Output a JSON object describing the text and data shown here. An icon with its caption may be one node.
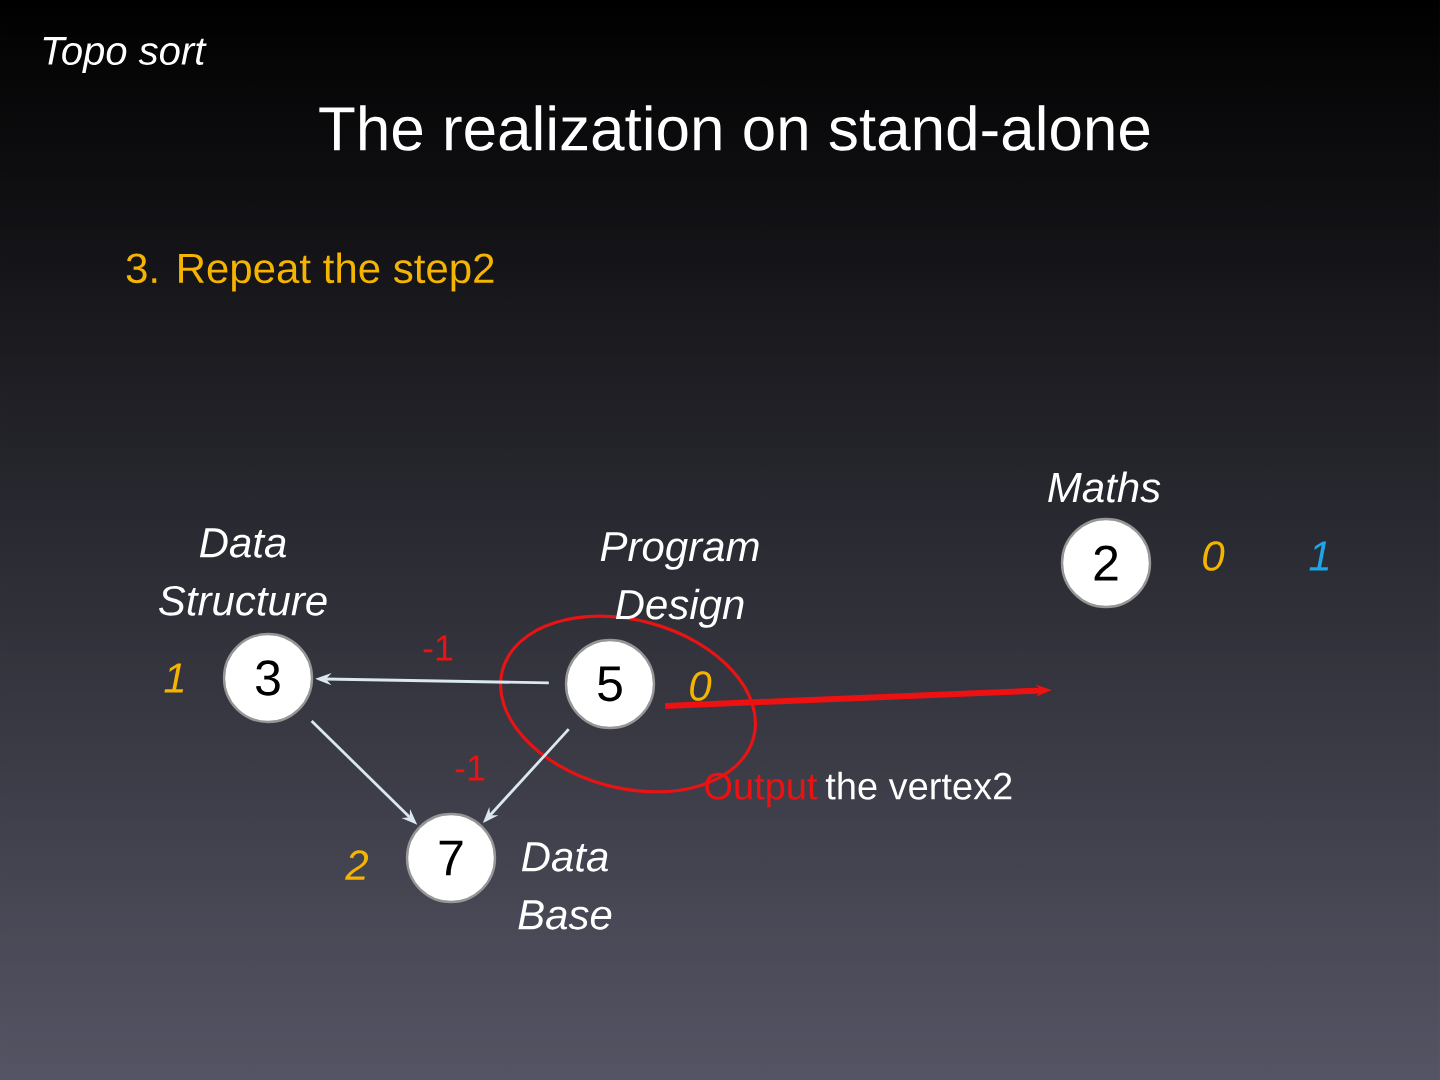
{
  "diagram": {
    "title": "The realization on stand-alone",
    "nodes": [
      {
        "text": [
          "3"
        ],
        "beside": [
          "Data Structure",
          "1"
        ]
      },
      {
        "text": [
          "5"
        ],
        "beside": [
          "Program Design",
          "0"
        ]
      },
      {
        "text": [
          "7"
        ],
        "beside": [
          "Data Base",
          "2"
        ]
      },
      {
        "text": [
          "2"
        ],
        "beside": [
          "Maths",
          "0",
          "1"
        ]
      }
    ],
    "edges": [
      {
        "from": 1,
        "to": 0,
        "arrow": "to",
        "label": "-1"
      },
      {
        "from": 0,
        "to": 2,
        "arrow": "to"
      },
      {
        "from": 1,
        "to": 2,
        "arrow": "to",
        "label": "-1"
      },
      {
        "from": 1,
        "to": null,
        "arrow": "to",
        "style": "thick",
        "color": "#ee1111"
      }
    ],
    "labels": [
      "Topo sort",
      "3. Repeat the step2",
      "Output",
      "the vertex2"
    ]
  }
}
